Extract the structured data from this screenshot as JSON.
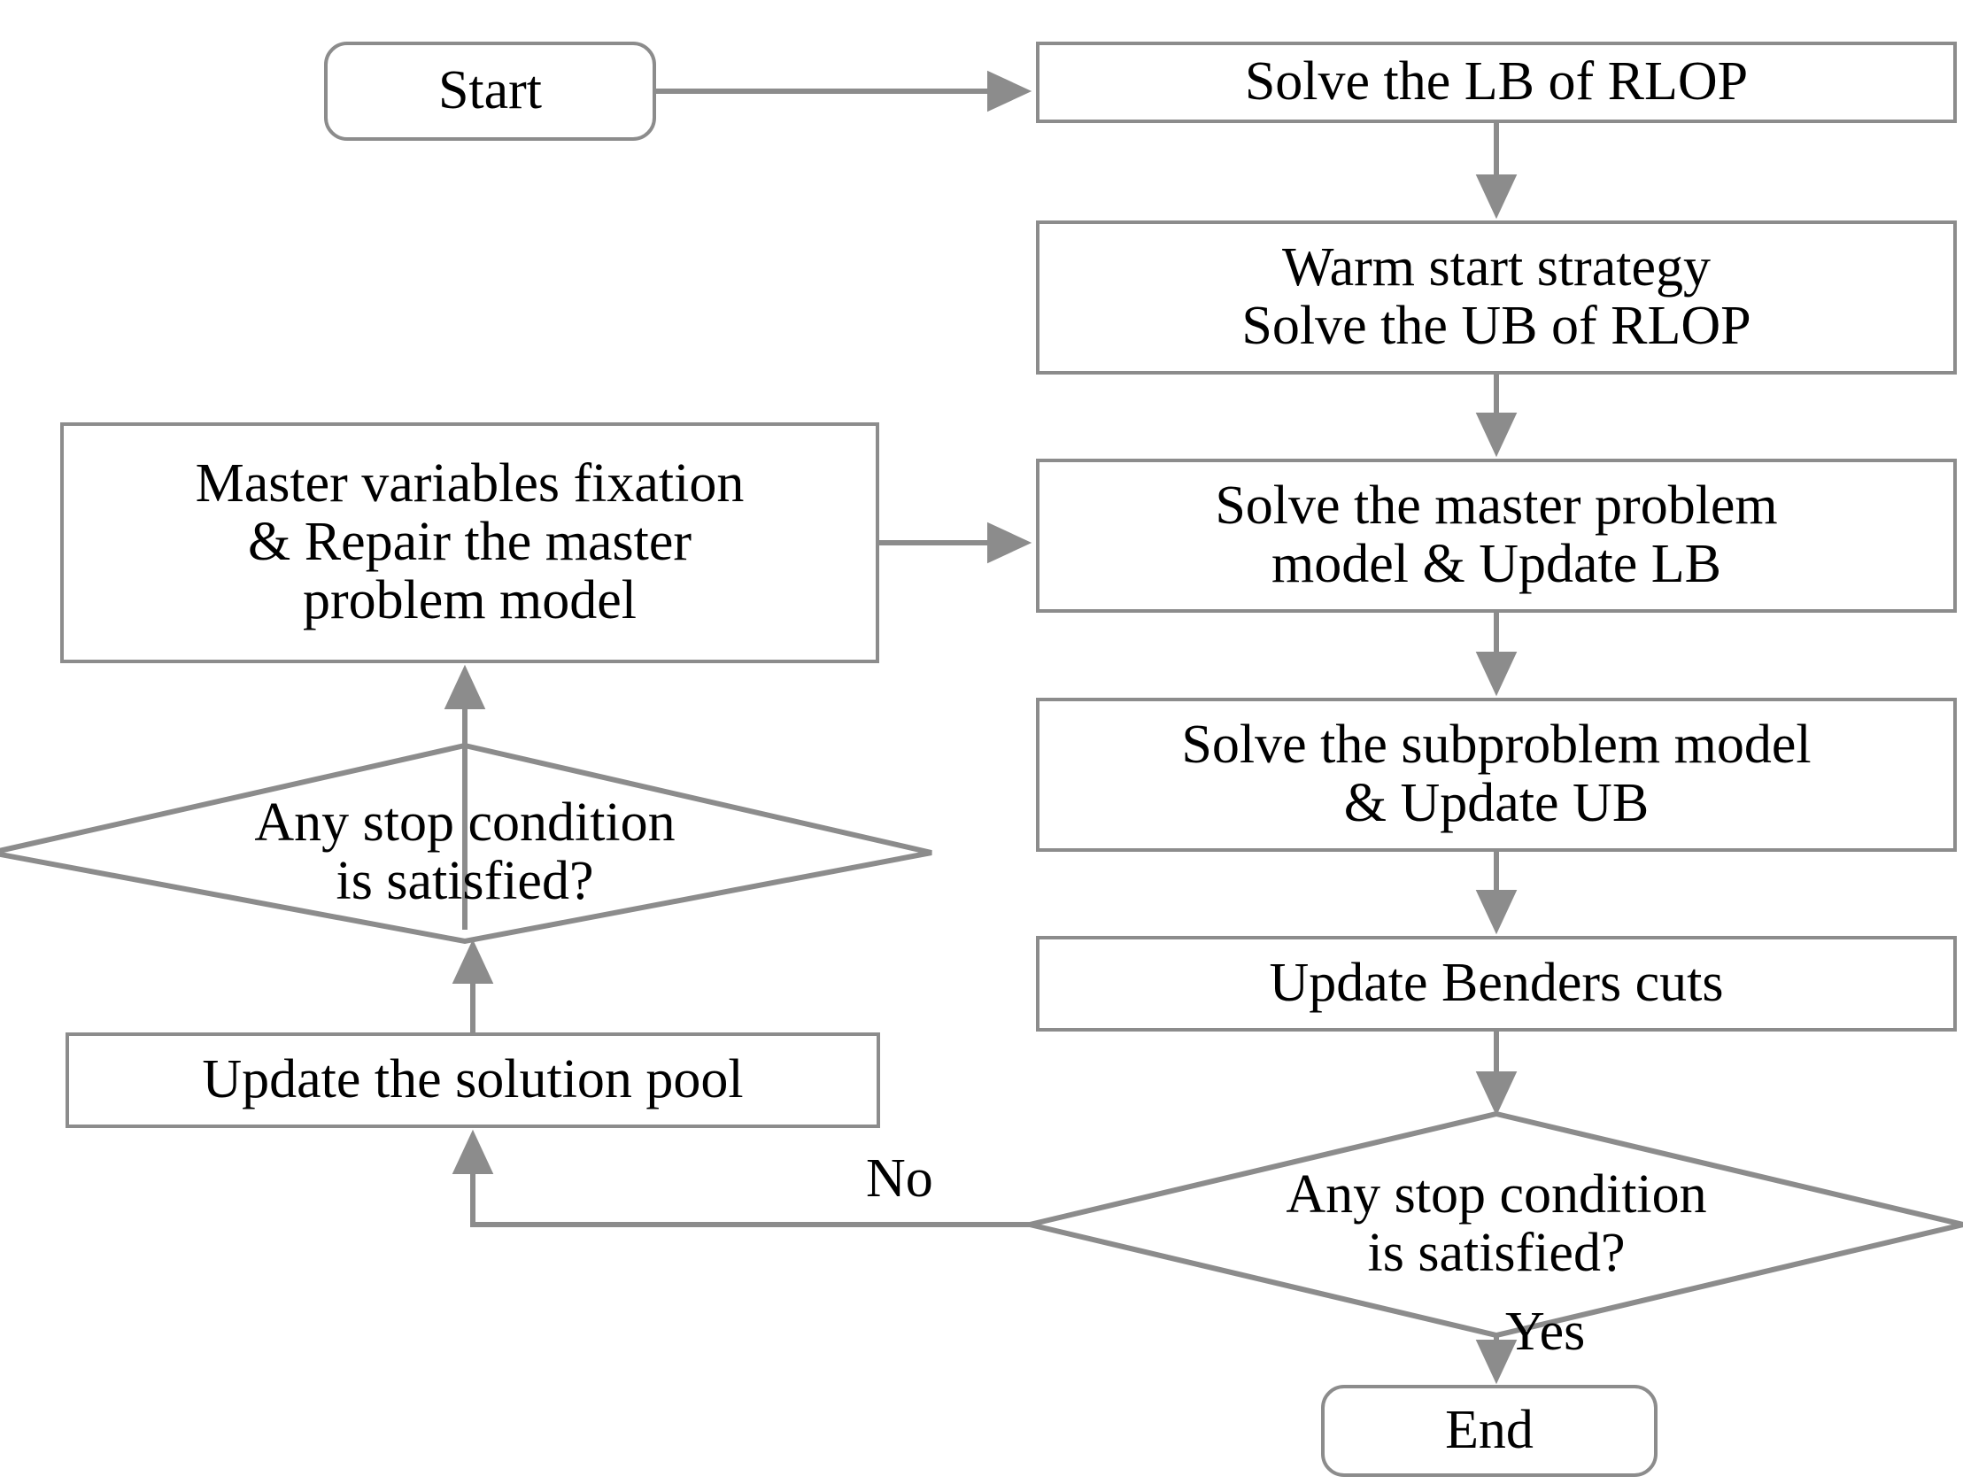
{
  "diagram": {
    "title": "Benders decomposition algorithm flowchart",
    "type": "flowchart",
    "style": {
      "stroke_color": "#8c8c8c",
      "text_color": "#000000",
      "background": "#ffffff"
    },
    "nodes": {
      "start": {
        "label": "Start",
        "shape": "terminator"
      },
      "solve_lb": {
        "label": "Solve the LB of RLOP",
        "shape": "process"
      },
      "warm_start": {
        "label": "Warm start strategy\nSolve the UB of RLOP",
        "shape": "process"
      },
      "master_solve": {
        "label": "Solve the master problem\nmodel & Update LB",
        "shape": "process"
      },
      "subproblem": {
        "label": "Solve the subproblem model\n& Update UB",
        "shape": "process"
      },
      "benders": {
        "label": "Update Benders cuts",
        "shape": "process"
      },
      "decision_right": {
        "label": "Any stop condition\nis satisfied?",
        "shape": "decision"
      },
      "end": {
        "label": "End",
        "shape": "terminator"
      },
      "pool": {
        "label": "Update the solution pool",
        "shape": "process"
      },
      "decision_left": {
        "label": "Any stop condition\nis satisfied?",
        "shape": "decision"
      },
      "master_fix": {
        "label": "Master variables fixation\n& Repair the master\nproblem model",
        "shape": "process"
      }
    },
    "edge_labels": {
      "no": "No",
      "yes": "Yes"
    }
  }
}
